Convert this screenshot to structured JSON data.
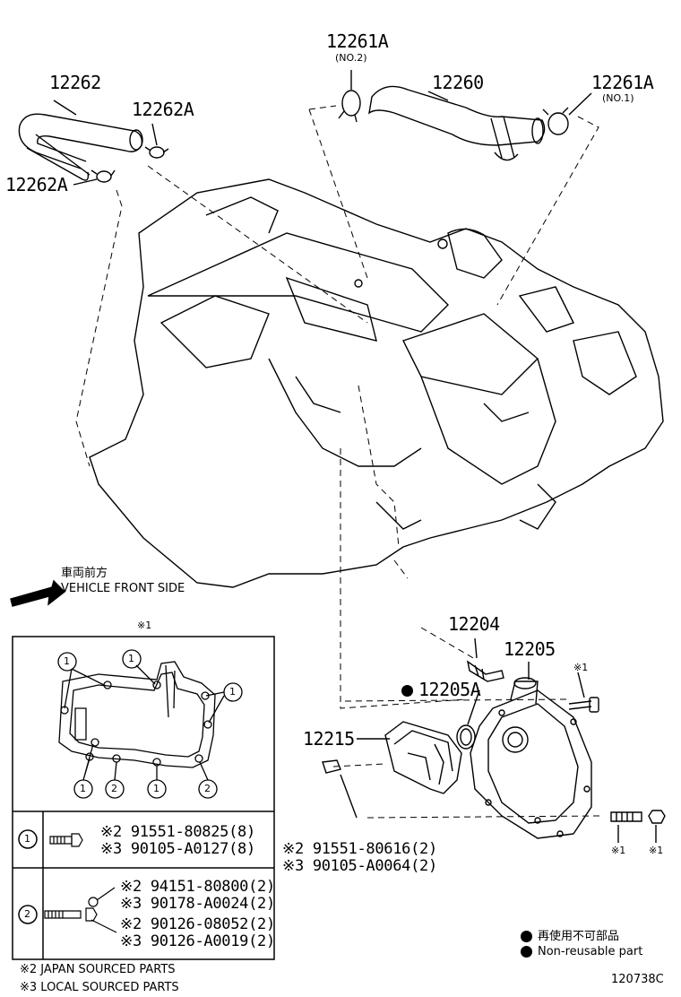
{
  "callouts": {
    "p12262": "12262",
    "p12262A_top": "12262A",
    "p12262A_left": "12262A",
    "p12261A_no2": "12261A",
    "no2": "(NO.2)",
    "p12260": "12260",
    "p12261A_no1": "12261A",
    "no1": "(NO.1)",
    "p12204": "12204",
    "p12205": "12205",
    "p12205A": "12205A",
    "p12215": "12215",
    "ref1_a": "※1",
    "ref1_b": "※1",
    "ref1_c": "※1"
  },
  "direction": {
    "jp": "車両前方",
    "en": "VEHICLE FRONT SIDE"
  },
  "inset": {
    "title": "※1",
    "circle_labels": [
      "1",
      "1",
      "1",
      "1",
      "2",
      "1",
      "2"
    ]
  },
  "bolt_parts": [
    "※2 91551-80616(2)",
    "※3 90105-A0064(2)"
  ],
  "legend": {
    "row1": {
      "index": "1",
      "lines": [
        "※2 91551-80825(8)",
        "※3 90105-A0127(8)"
      ]
    },
    "row2": {
      "index": "2",
      "lines": [
        "※2 94151-80800(2)",
        "※3 90178-A0024(2)",
        "※2 90126-08052(2)",
        "※3 90126-A0019(2)"
      ]
    }
  },
  "notes": {
    "japan": "※2 JAPAN SOURCED PARTS",
    "local": "※3 LOCAL SOURCED PARTS",
    "nonreusable_jp": "再使用不可部品",
    "nonreusable_en": "Non-reusable part",
    "code": "120738C"
  }
}
